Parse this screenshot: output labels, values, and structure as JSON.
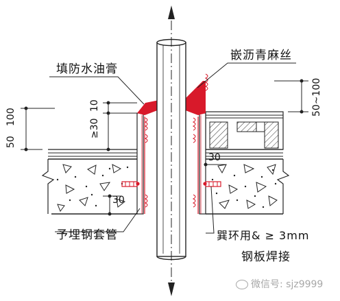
{
  "labels": {
    "fill_waterproof": "填防水油膏",
    "embedded_asphalt": "嵌沥青麻丝",
    "sleeve": "予埋钢套管",
    "ring": "巽环用& ≥ 3mm",
    "weld": "钢板焊接"
  },
  "dims": {
    "left_a": "50",
    "left_b": "100",
    "ge30": "≥30",
    "ten": "10",
    "thirty_left": "30",
    "thirty_right": "30",
    "right_range": "50~100"
  },
  "watermark": {
    "text": "微信号: sjz9999"
  },
  "colors": {
    "line": "#222222",
    "red": "#d8192a",
    "concrete_fill": "#ffffff",
    "watermark": "#a8a8a8"
  }
}
